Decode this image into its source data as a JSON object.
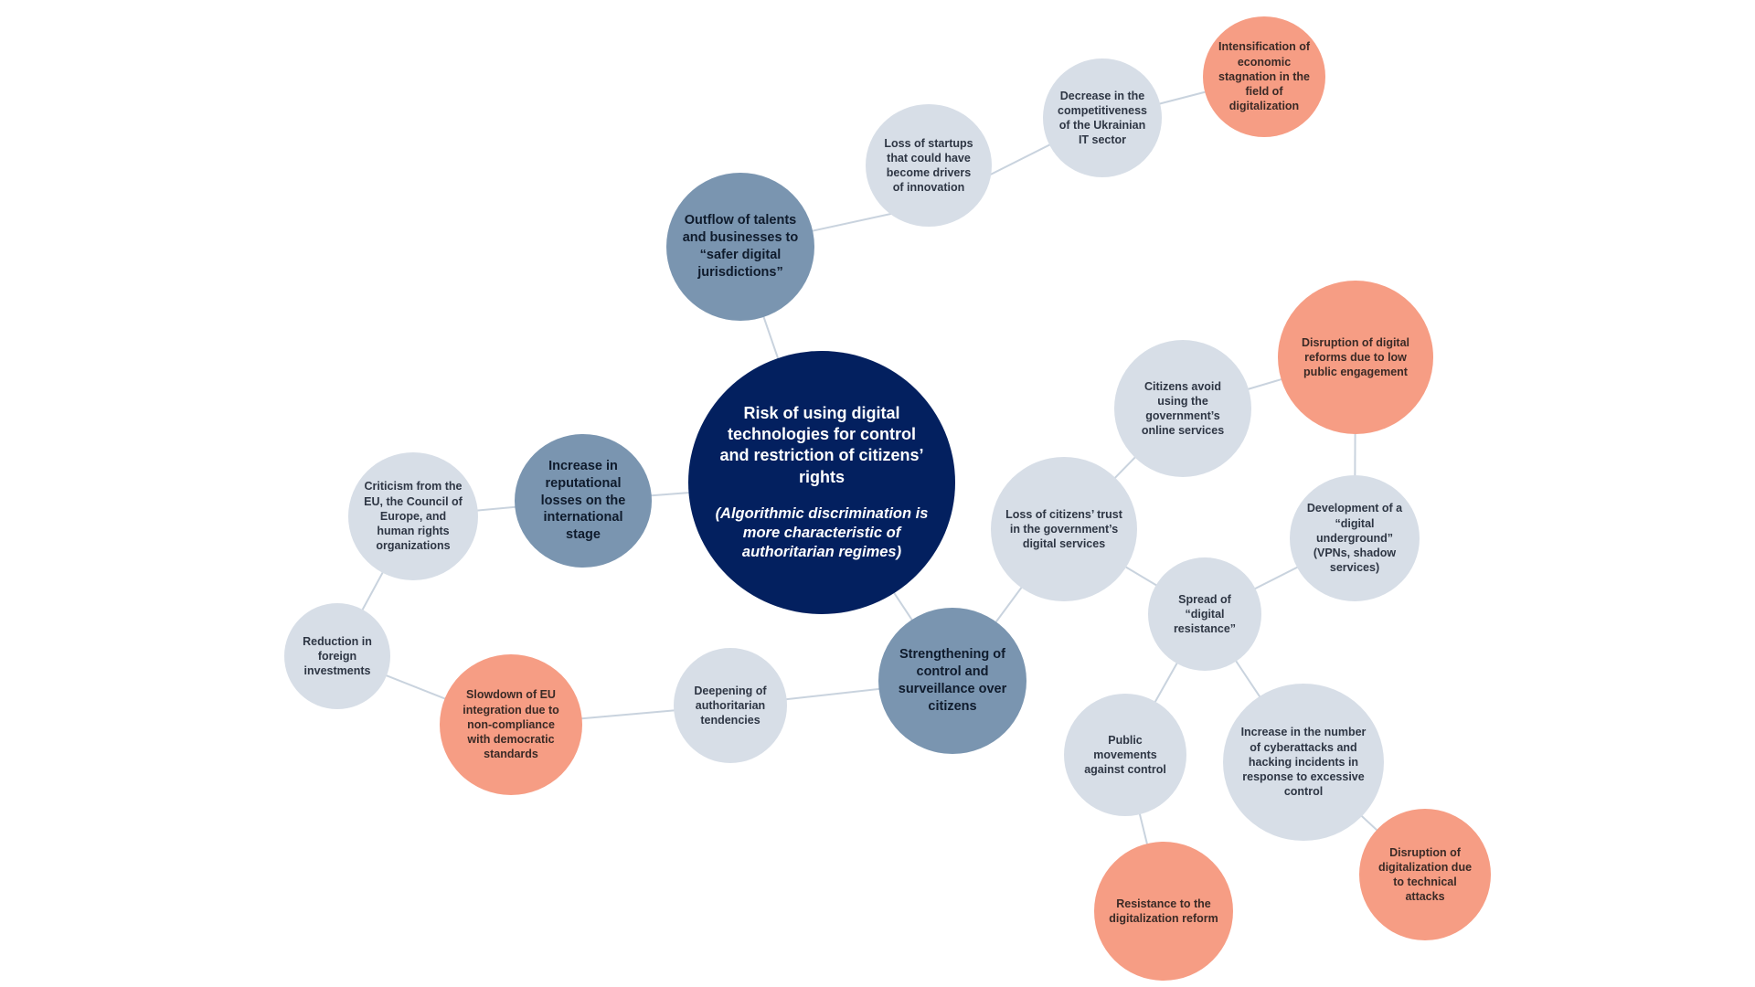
{
  "colors": {
    "center": "#03205f",
    "primary": "#7a95b0",
    "secondary": "#d7dee7",
    "outcome": "#f69d84",
    "edge": "#c9d3de"
  },
  "nodes": {
    "center": {
      "title": "Risk of using digital technologies for control and restriction of citizens’ rights",
      "note": "(Algorithmic discrimination is more characteristic of authoritarian regimes)"
    },
    "outflow": "Outflow of talents and businesses to “safer digital jurisdictions”",
    "startups": "Loss of startups that could have become drivers of innovation",
    "competitiveness": "Decrease in the competitiveness of the Ukrainian IT sector",
    "stagnation": "Intensification of economic stagnation in the field of digitalization",
    "reputational": "Increase in reputational losses on the international stage",
    "criticism": "Criticism from the EU, the Council of Europe, and human rights organizations",
    "investments": "Reduction in foreign investments",
    "eu_integration": "Slowdown of EU integration due to non-compliance with democratic standards",
    "authoritarian": "Deepening of authoritarian tendencies",
    "surveillance": "Strengthening of control and surveillance over citizens",
    "trust": "Loss of citizens’ trust in the government’s digital services",
    "avoid": "Citizens avoid using the government’s online services",
    "reform_disruption": "Disruption of digital reforms due to low public engagement",
    "underground": "Development of a “digital underground” (VPNs, shadow services)",
    "resistance": "Spread of “digital resistance”",
    "movements": "Public movements against control",
    "reform_resistance": "Resistance to the digitalization reform",
    "cyberattacks": "Increase in the number of cyberattacks and hacking incidents in response to excessive control",
    "technical_attacks": "Disruption of digitalization due to technical attacks"
  }
}
